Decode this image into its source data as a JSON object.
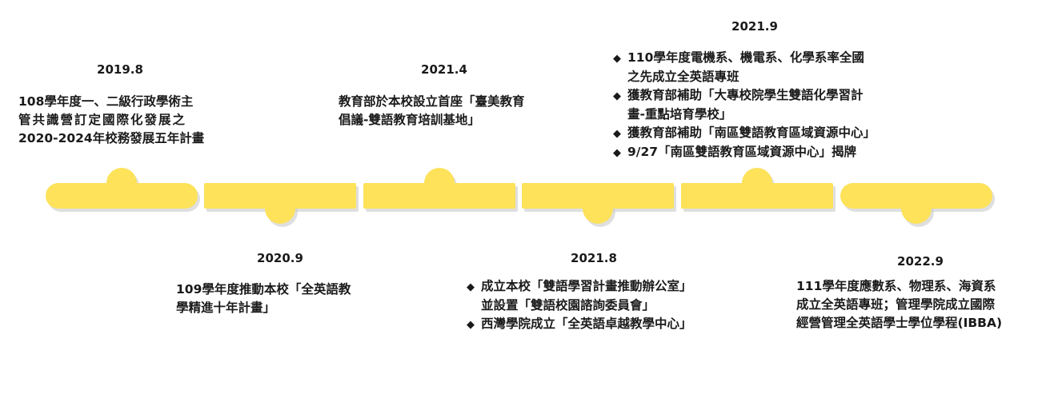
{
  "events": [
    {
      "year": "2019.8",
      "lines": [
        "108學年度一、二級行政學術主",
        "管共識營訂定國際化發展之",
        "2020-2024年校務發展五年計畫"
      ]
    },
    {
      "year": "2020.9",
      "lines": [
        "109學年度推動本校「全英語教",
        "學精進十年計畫」"
      ]
    },
    {
      "year": "2021.4",
      "lines": [
        "教育部於本校設立首座「臺美教育",
        "倡議-雙語教育培訓基地」"
      ]
    },
    {
      "year": "2021.8",
      "bullets": [
        {
          "mark": "◆",
          "lines": [
            "成立本校「雙語學習計畫推動辦公室」",
            "並設置「雙語校園諮詢委員會」"
          ]
        },
        {
          "mark": "◆",
          "lines": [
            "西灣學院成立「全英語卓越教學中心」"
          ]
        }
      ]
    },
    {
      "year": "2021.9",
      "bullets": [
        {
          "mark": "◆",
          "lines": [
            "110學年度電機系、機電系、化學系率全國",
            "之先成立全英語專班"
          ]
        },
        {
          "mark": "◆",
          "lines": [
            "獲教育部補助「大專校院學生雙語化學習計",
            "畫-重點培育學校」"
          ]
        },
        {
          "mark": "◆",
          "lines": [
            "獲教育部補助「南區雙語教育區域資源中心」"
          ]
        },
        {
          "mark": "◆",
          "lines": [
            "9/27「南區雙語教育區域資源中心」揭牌"
          ]
        }
      ]
    },
    {
      "year": "2022.9",
      "lines": [
        "111學年度應數系、物理系、海資系",
        "成立全英語專班；管理學院成立國際",
        "經營管理全英語學士學位學程(IBBA)"
      ]
    }
  ],
  "colors": {
    "timeline": "#fde25a",
    "shadow": "#c9c9c9",
    "text": "#1a1a1a"
  }
}
